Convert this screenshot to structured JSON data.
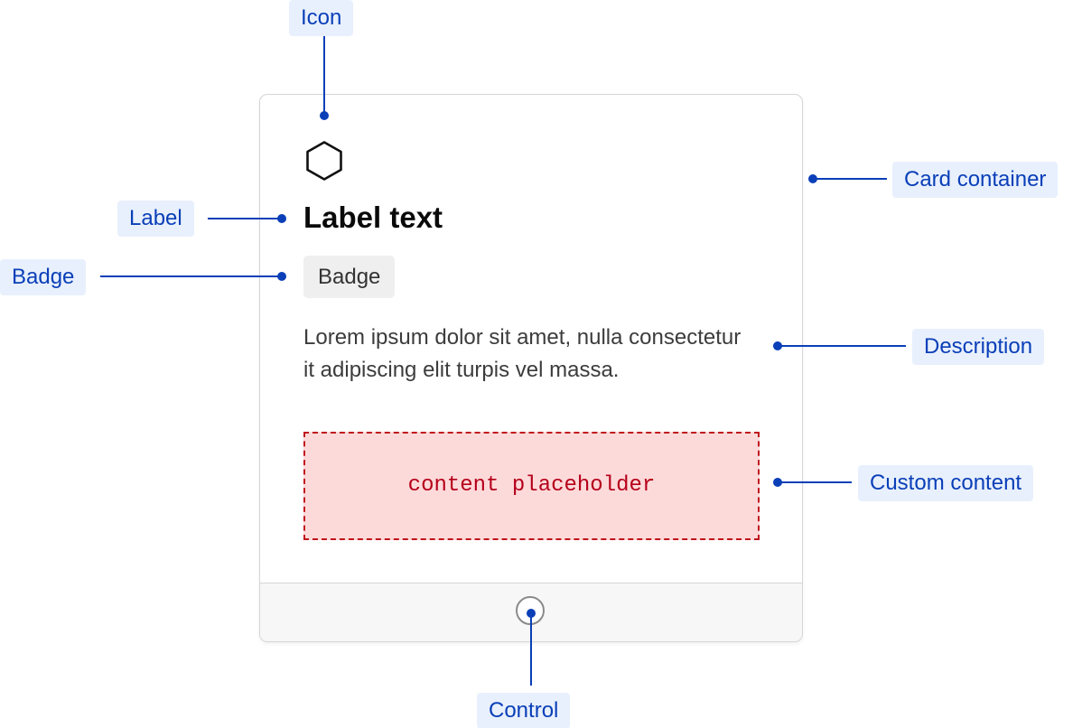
{
  "card": {
    "label": "Label text",
    "badge": "Badge",
    "description": "Lorem ipsum dolor sit amet, nulla consectetur it adipiscing elit turpis vel massa.",
    "placeholder": "content placeholder",
    "icon": "hexagon-icon",
    "control": "radio-control"
  },
  "annotations": {
    "icon": "Icon",
    "card_container": "Card container",
    "label": "Label",
    "badge": "Badge",
    "description": "Description",
    "custom_content": "Custom content",
    "control": "Control"
  },
  "colors": {
    "annotation_text": "#0a3fb8",
    "annotation_bg": "#e8f0fd",
    "placeholder_border": "#c0141d",
    "placeholder_bg": "#fddada",
    "placeholder_text": "#b5001a"
  }
}
